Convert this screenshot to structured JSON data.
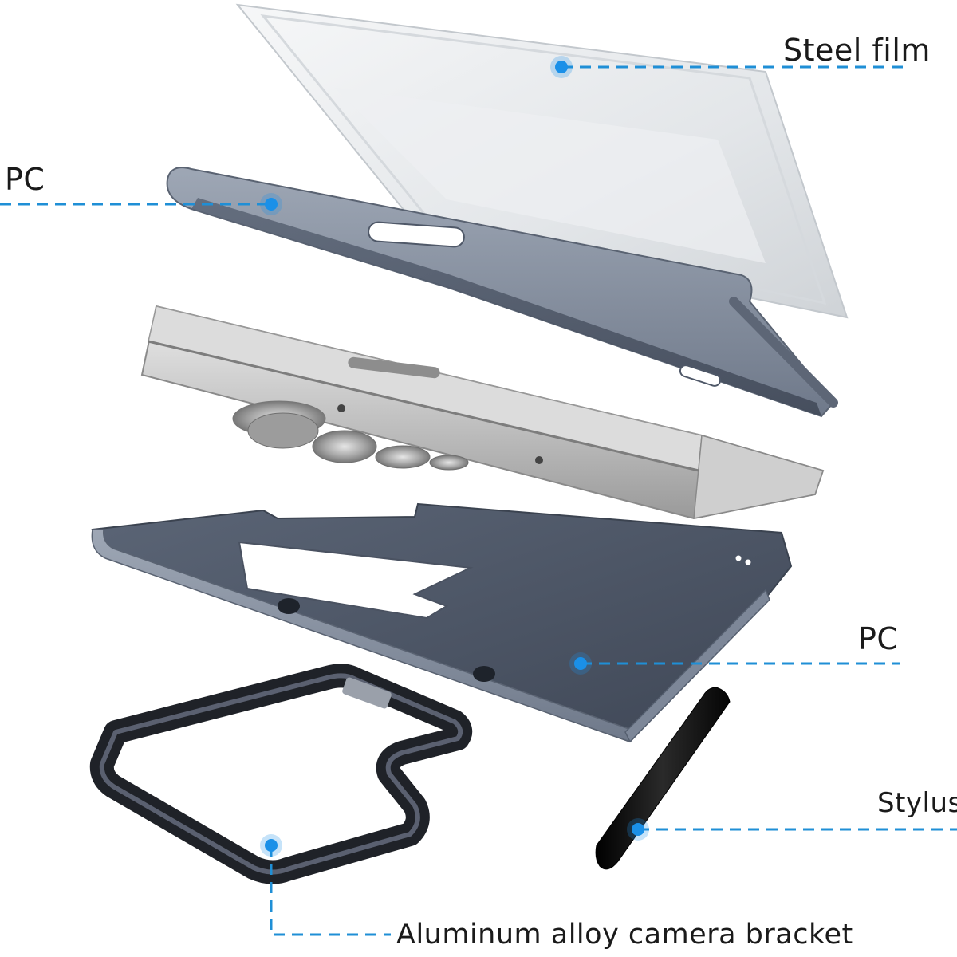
{
  "callouts": {
    "steel_film": "Steel film",
    "pc_top": "PC",
    "pc_bottom": "PC",
    "stylus": "Stylus",
    "camera_bracket": "Aluminum alloy camera bracket"
  },
  "colors": {
    "leader_line": "#1f8fd6",
    "dot": "#1a90e8",
    "pc_case": "#6b7586",
    "pc_case_light": "#9aa3b2",
    "phone_silver": "#c9c9c9",
    "film": "#e9ecef",
    "bracket": "#2c2f36",
    "stylus": "#121212"
  }
}
